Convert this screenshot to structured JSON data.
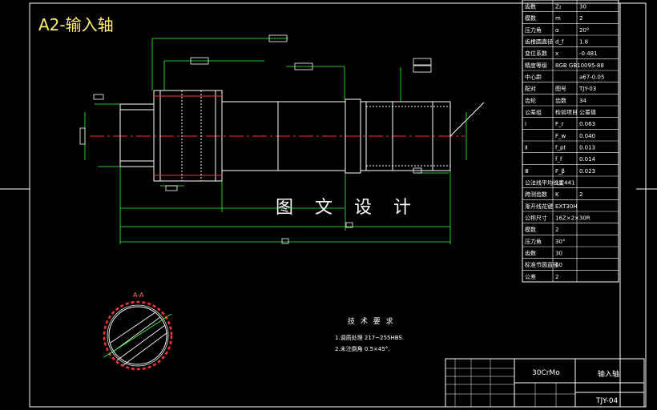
{
  "drawing": {
    "title": "A2-输入轴",
    "overlay_text": "图 文 设 计",
    "section_label": "A-A"
  },
  "table": {
    "rows": [
      [
        "齿数",
        "Z₂",
        "30"
      ],
      [
        "模数",
        "m",
        "2"
      ],
      [
        "压力角",
        "α",
        "20°"
      ],
      [
        "齿根圆直径",
        "d_f",
        "1.8"
      ],
      [
        "变位系数",
        "x",
        "-0.481"
      ],
      [
        "精度等级",
        "8GB GB10095-88",
        ""
      ],
      [
        "中心距",
        "",
        "a67-0.05"
      ],
      [
        "配对",
        "图号",
        "TJY-03"
      ],
      [
        "齿轮",
        "齿数",
        "34"
      ],
      [
        "公差组",
        "检验项目",
        "公差值"
      ],
      [
        "Ⅰ",
        "F_r",
        "0.063"
      ],
      [
        "",
        "F_w",
        "0.040"
      ],
      [
        "Ⅱ",
        "f_pt",
        "0.013"
      ],
      [
        "",
        "f_f",
        "0.014"
      ],
      [
        "Ⅲ",
        "F_β",
        "0.023"
      ],
      [
        "公法线平均长度",
        "13.441",
        ""
      ],
      [
        "跨测齿数",
        "K",
        "2"
      ],
      [
        "渐开线花键",
        "EXT30H",
        ""
      ],
      [
        "公称尺寸",
        "16Z×2×30R",
        ""
      ],
      [
        "模数",
        "2",
        ""
      ],
      [
        "压力角",
        "30°",
        ""
      ],
      [
        "齿数",
        "30",
        ""
      ],
      [
        "标准节圆直径",
        "60",
        ""
      ],
      [
        "公差",
        "2",
        ""
      ]
    ]
  },
  "notes": {
    "heading": "技 术 要 求",
    "items": [
      "1.调质处理  217~255HBS.",
      "2.未注倒角  0.5×45°."
    ]
  },
  "title_block": {
    "material": "30CrMo",
    "part_name": "输入轴",
    "drawing_number": "TJY-04"
  }
}
